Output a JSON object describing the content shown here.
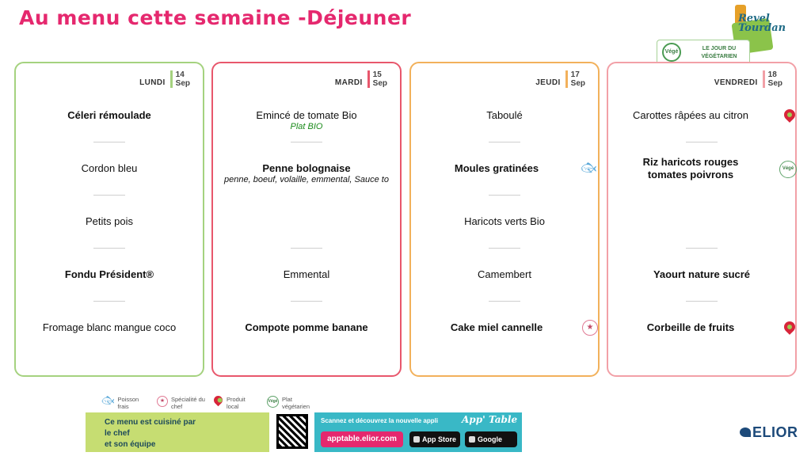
{
  "title": "Au menu cette semaine -Déjeuner",
  "logo": {
    "text_line1": "Revel",
    "text_line2": "Tourdan"
  },
  "vege_banner": {
    "badge": "Végé",
    "label_line1": "LE JOUR DU",
    "label_line2": "VÉGÉTARIEN"
  },
  "colors": {
    "lundi": "#a5d27f",
    "mardi": "#e8576c",
    "jeudi": "#f2b15b",
    "vendredi": "#f2a0a7",
    "title": "#e5286e"
  },
  "days": [
    {
      "name": "LUNDI",
      "date_num": "14",
      "date_month": "Sep",
      "items": [
        {
          "text": "Céleri rémoulade",
          "bold": true
        },
        {
          "text": "Cordon bleu",
          "bold": false
        },
        {
          "text": "Petits pois",
          "bold": false
        },
        {
          "text": "Fondu Président®",
          "bold": true
        },
        {
          "text": "Fromage blanc mangue coco",
          "bold": false
        }
      ]
    },
    {
      "name": "MARDI",
      "date_num": "15",
      "date_month": "Sep",
      "items": [
        {
          "text": "Emincé de tomate Bio",
          "bold": false,
          "sub": "Plat BIO"
        },
        {
          "text": "Penne bolognaise",
          "bold": true,
          "sub": "penne, boeuf, volaille, emmental, Sauce to"
        },
        {
          "text": "",
          "bold": false
        },
        {
          "text": "Emmental",
          "bold": false
        },
        {
          "text": "Compote pomme banane",
          "bold": true
        }
      ]
    },
    {
      "name": "JEUDI",
      "date_num": "17",
      "date_month": "Sep",
      "items": [
        {
          "text": "Taboulé",
          "bold": false
        },
        {
          "text": "Moules gratinées",
          "bold": true,
          "icon": "fish-icon"
        },
        {
          "text": "Haricots verts Bio",
          "bold": false
        },
        {
          "text": "Camembert",
          "bold": false
        },
        {
          "text": "Cake miel cannelle",
          "bold": true,
          "icon": "chef-icon"
        }
      ]
    },
    {
      "name": "VENDREDI",
      "date_num": "18",
      "date_month": "Sep",
      "items": [
        {
          "text": "Carottes râpées au citron",
          "bold": false,
          "icon": "local-pin-icon"
        },
        {
          "text": "Riz haricots rouges tomates poivrons",
          "bold": true,
          "icon": "vege-icon"
        },
        {
          "text": "",
          "bold": false
        },
        {
          "text": "Yaourt nature sucré",
          "bold": true
        },
        {
          "text": "Corbeille de fruits",
          "bold": true,
          "icon": "local-pin-icon"
        }
      ]
    }
  ],
  "legend": {
    "fish": "Poisson frais",
    "chef": "Spécialité du chef",
    "local": "Produit local",
    "vege": "Plat végétarien",
    "vege_badge": "Végé"
  },
  "footer": {
    "cooked_line1": "Ce menu est cuisiné par",
    "cooked_line2": "le chef",
    "cooked_line3": "et son équipe",
    "scan_text": "Scannez et découvrez la nouvelle appli",
    "app_name": "App' Table",
    "url": "apptable.elior.com",
    "appstore": "App Store",
    "googleplay": "Google Play",
    "brand": "ELIOR"
  }
}
